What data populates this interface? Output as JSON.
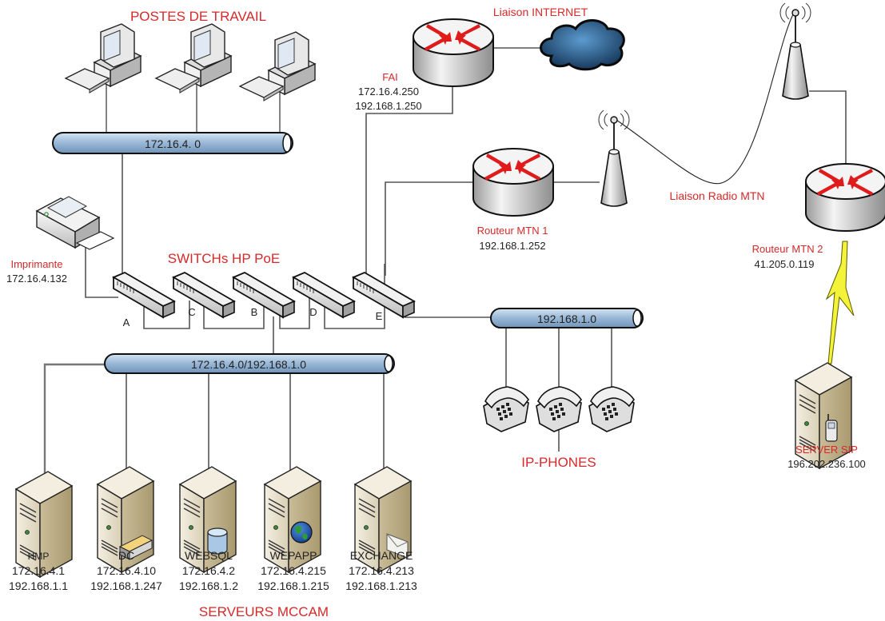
{
  "colors": {
    "label_red": "#d42a2a",
    "text_black": "#222222",
    "bus_fill": "#9dbbd9",
    "server_fill": "#e0d6bf",
    "router_arrow": "#e01b1b",
    "lightning": "#f3f33a",
    "cloud": "#2b5d8a"
  },
  "titles": {
    "workstations": "POSTES DE TRAVAIL",
    "internet_link": "Liaison INTERNET",
    "switches": "SWITCHs HP PoE",
    "radio_link": "Liaison Radio MTN",
    "ip_phones": "IP-PHONES",
    "servers": "SERVEURS MCCAM"
  },
  "buses": {
    "workstations": "172.16.4.  0",
    "servers": "172.16.4.0/192.168.1.0",
    "phones": "192.168.1.0"
  },
  "printer": {
    "name": "Imprimante",
    "ip": "172.16.4.132"
  },
  "fai": {
    "name": "FAI",
    "ip1": "172.16.4.250",
    "ip2": "192.168.1.250"
  },
  "router_mtn1": {
    "name": "Routeur MTN 1",
    "ip": "192.168.1.252"
  },
  "router_mtn2": {
    "name": "Routeur MTN 2",
    "ip": "41.205.0.119"
  },
  "sip_server": {
    "name": "SERVER SIP",
    "ip": "196.202.236.100"
  },
  "switches": [
    "A",
    "C",
    "B",
    "D",
    "E"
  ],
  "servers": [
    {
      "name": "HMP",
      "ip1": "172.16.4.1",
      "ip2": "192.168.1.1",
      "badge": "none"
    },
    {
      "name": "DC",
      "ip1": "172.16.4.10",
      "ip2": "192.168.1.247",
      "badge": "directory-icon"
    },
    {
      "name": "WEBSQL",
      "ip1": "172.16.4.2",
      "ip2": "192.168.1.2",
      "badge": "database-icon"
    },
    {
      "name": "WEPAPP",
      "ip1": "172.16.4.215",
      "ip2": "192.168.1.215",
      "badge": "globe-icon"
    },
    {
      "name": "EXCHANGE",
      "ip1": "172.16.4.213",
      "ip2": "192.168.1.213",
      "badge": "envelope-icon"
    }
  ]
}
